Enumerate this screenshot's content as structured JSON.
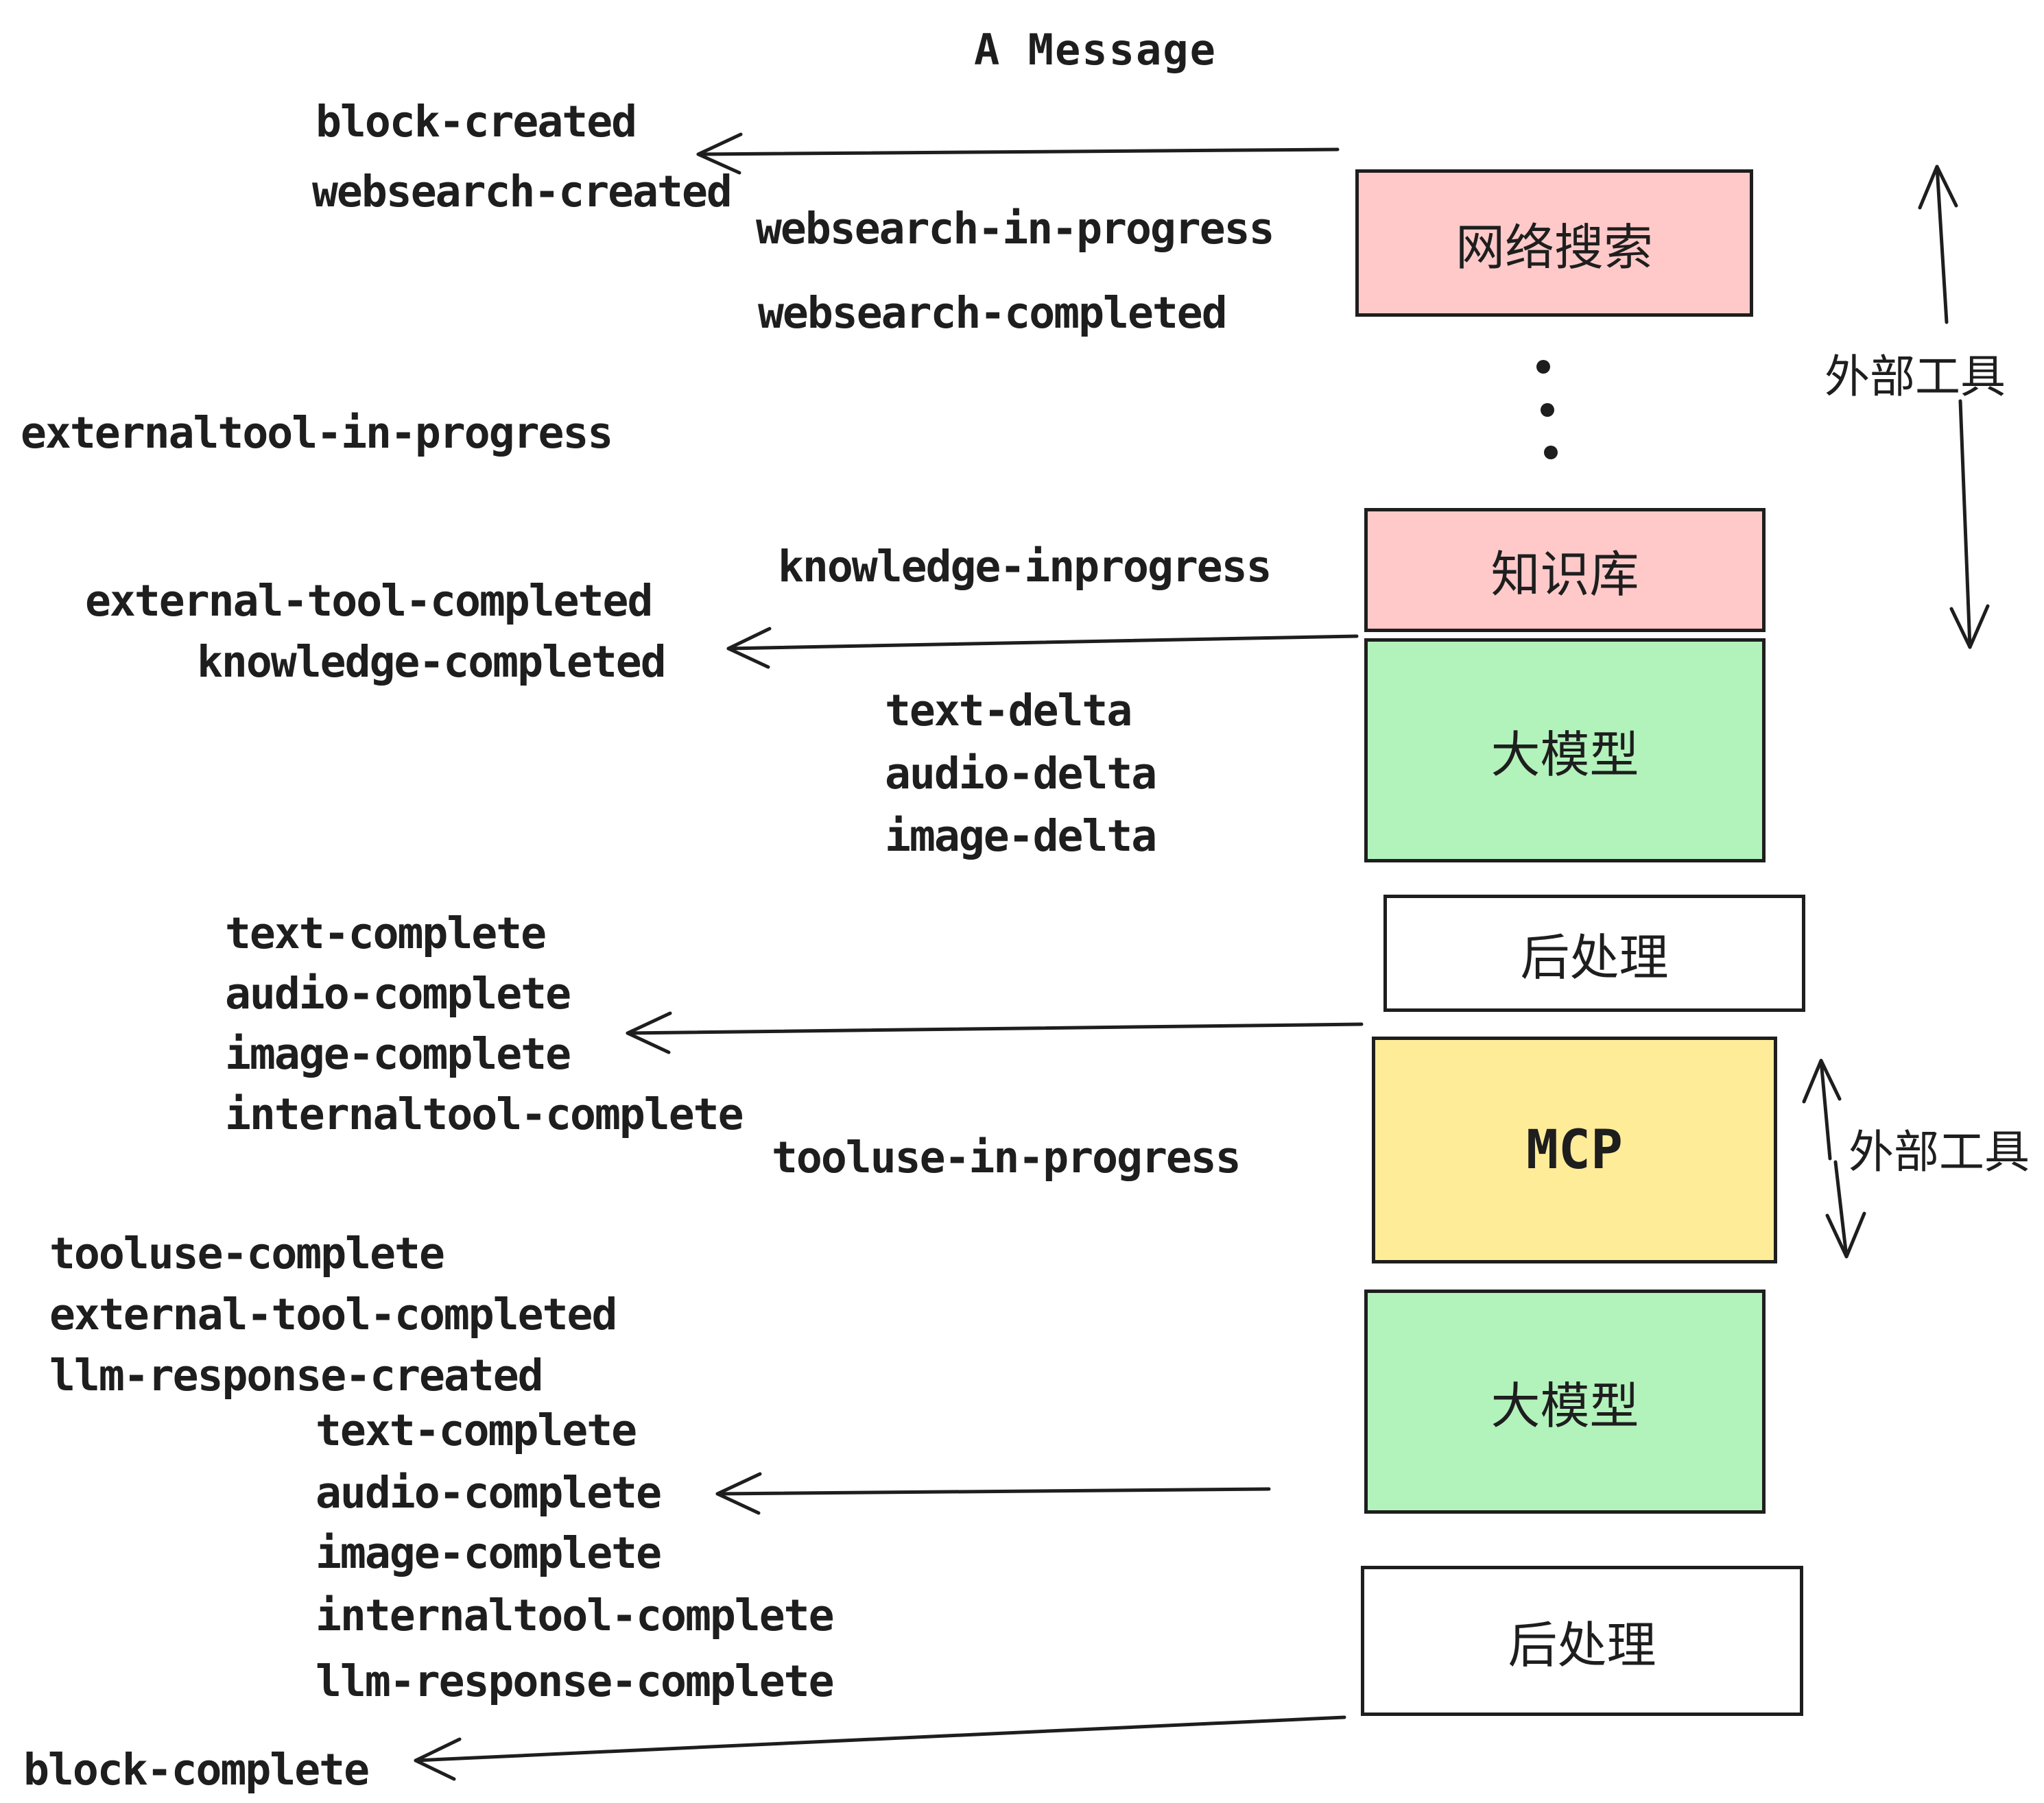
{
  "title": "A Message",
  "events": [
    "block-created",
    "websearch-created",
    "websearch-in-progress",
    "websearch-completed",
    "externaltool-in-progress",
    "knowledge-inprogress",
    "external-tool-completed",
    "knowledge-completed",
    "text-delta",
    "audio-delta",
    "image-delta",
    "text-complete",
    "audio-complete",
    "image-complete",
    "internaltool-complete",
    "tooluse-in-progress",
    "tooluse-complete",
    "external-tool-completed",
    "llm-response-created",
    "text-complete",
    "audio-complete",
    "image-complete",
    "internaltool-complete",
    "llm-response-complete",
    "block-complete"
  ],
  "boxes": [
    {
      "label": "网络搜索",
      "color": "#ffc9c9"
    },
    {
      "label": "知识库",
      "color": "#ffc9c9"
    },
    {
      "label": "大模型",
      "color": "#b2f2bb"
    },
    {
      "label": "后处理",
      "color": "#ffffff"
    },
    {
      "label": "MCP",
      "color": "#ffec99"
    },
    {
      "label": "大模型",
      "color": "#b2f2bb"
    },
    {
      "label": "后处理",
      "color": "#ffffff"
    }
  ],
  "side_annotations": [
    {
      "label": "外部工具"
    },
    {
      "label": "外部工具"
    }
  ],
  "palette": {
    "ink": "#1e1e1e",
    "box_pink": "#ffc9c9",
    "box_green": "#b2f2bb",
    "box_yellow": "#ffec99",
    "box_white": "#ffffff",
    "background": "#ffffff"
  }
}
